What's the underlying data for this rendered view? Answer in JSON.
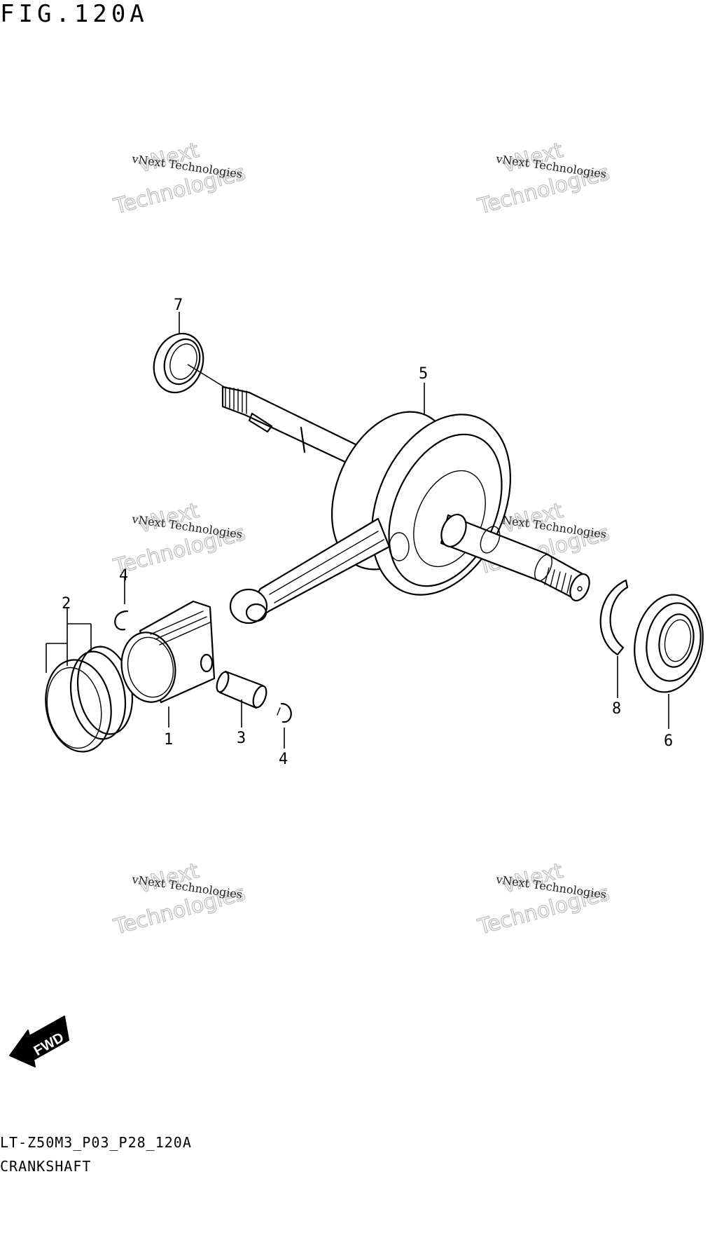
{
  "figure": {
    "title": "FIG.120A",
    "code": "LT-Z50M3_P03_P28_120A",
    "name": "CRANKSHAFT"
  },
  "watermark": {
    "small_text": "vNext Technologies",
    "big_line1": "vNext",
    "big_line2": "Technologies"
  },
  "direction_badge": {
    "text": "FWD"
  },
  "callouts": {
    "piston": "1",
    "piston_rings": "2",
    "piston_pin": "3",
    "circlip_left": "4",
    "circlip_right": "4",
    "crankshaft": "5",
    "bearing": "6",
    "oil_seal": "7",
    "snap_ring": "8"
  }
}
